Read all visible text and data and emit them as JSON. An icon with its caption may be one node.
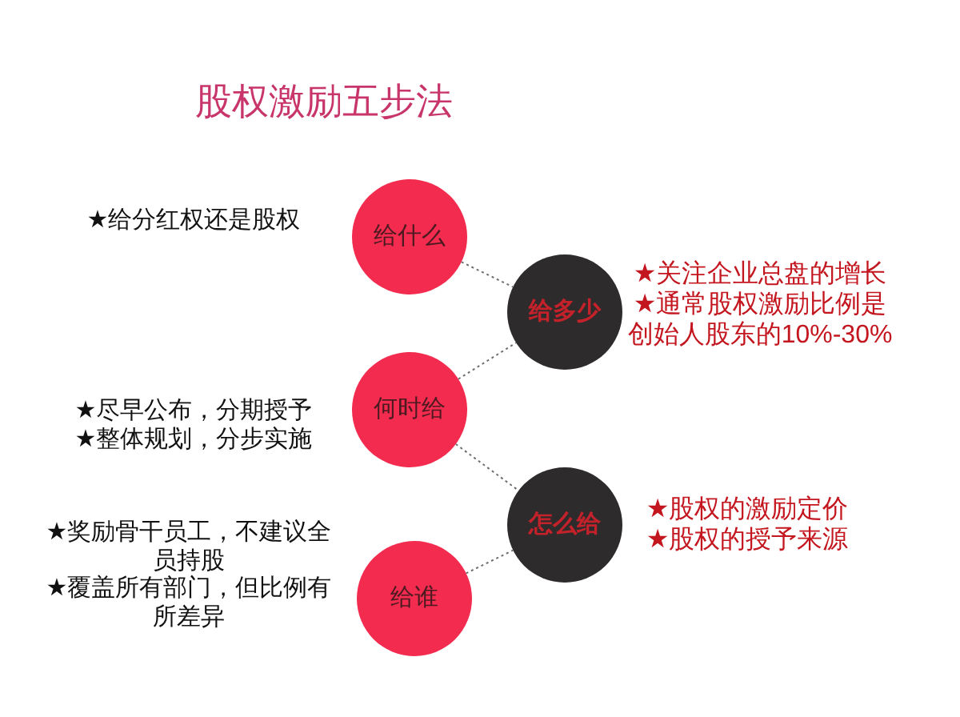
{
  "diagram": {
    "title": "股权激励五步法",
    "nodes": [
      {
        "text": [
          "给什么"
        ],
        "beside": [
          "★给分红权还是股权"
        ]
      },
      {
        "text": [
          "给多少"
        ],
        "beside": [
          "★关注企业总盘的增长",
          "★通常股权激励比例是创始人股东的10%-30%"
        ]
      },
      {
        "text": [
          "何时给"
        ],
        "beside": [
          "★尽早公布，分期授予",
          "★整体规划，分步实施"
        ]
      },
      {
        "text": [
          "怎么给"
        ],
        "beside": [
          "★股权的激励定价",
          "★股权的授予来源"
        ]
      },
      {
        "text": [
          "给谁"
        ],
        "beside": [
          "★奖励骨干员工，不建议全员持股",
          "★覆盖所有部门，但比例有所差异"
        ]
      }
    ],
    "edges": [
      {
        "from": 0,
        "to": 1,
        "arrow": "none"
      },
      {
        "from": 2,
        "to": 1,
        "arrow": "none"
      },
      {
        "from": 2,
        "to": 3,
        "arrow": "none"
      },
      {
        "from": 4,
        "to": 3,
        "arrow": "none"
      }
    ]
  }
}
